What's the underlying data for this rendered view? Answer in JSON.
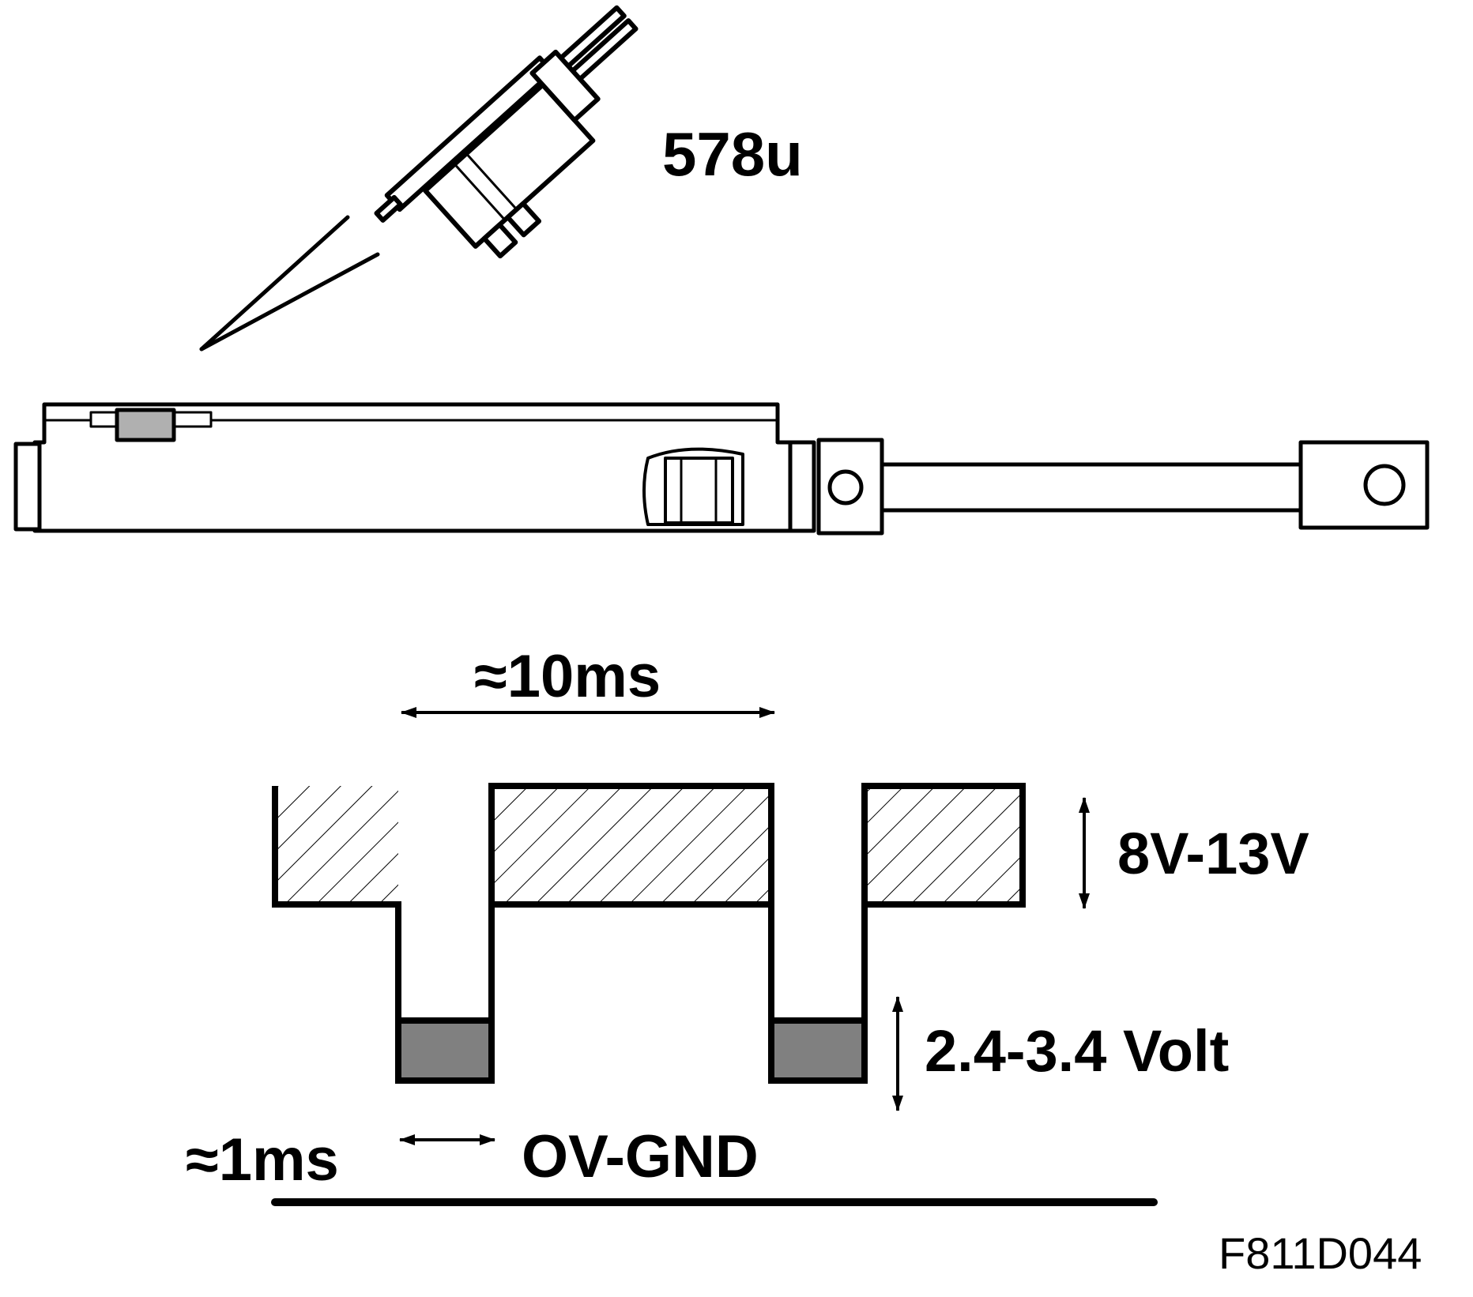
{
  "labels": {
    "connector": "578u",
    "period": "≈10ms",
    "high_voltage": "8V-13V",
    "low_voltage": "2.4-3.4 Volt",
    "pulse_width": "≈1ms",
    "ground": "OV-GND",
    "figure_code": "F811D044"
  },
  "colors": {
    "line": "#000000",
    "low_fill": "#808080",
    "part_fill": "#b0b0b0",
    "background": "#ffffff"
  }
}
